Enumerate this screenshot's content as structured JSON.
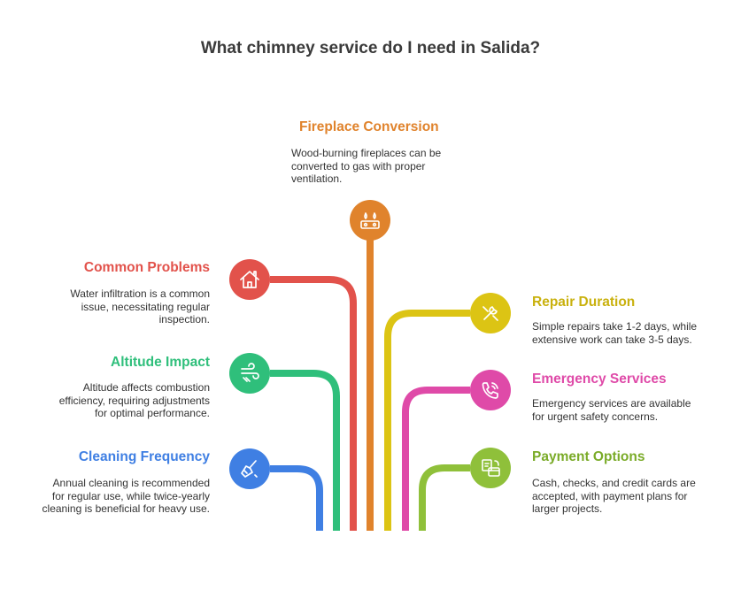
{
  "title": "What chimney service do I need in Salida?",
  "colors": {
    "fireplace": "#e0832c",
    "problems": "#e2524b",
    "altitude": "#2fbf7b",
    "cleaning": "#3f7fe3",
    "repair": "#dcc414",
    "emergency": "#df4aa8",
    "payment": "#8fc03a"
  },
  "items": {
    "fireplace": {
      "heading": "Fireplace Conversion",
      "desc": [
        "Wood-burning fireplaces can be",
        "converted to gas with proper",
        "ventilation."
      ],
      "icon": "gas-stove-icon"
    },
    "problems": {
      "heading": "Common Problems",
      "desc": [
        "Water infiltration is a common",
        "issue, necessitating regular",
        "inspection."
      ],
      "icon": "house-icon"
    },
    "altitude": {
      "heading": "Altitude Impact",
      "desc": [
        "Altitude affects combustion",
        "efficiency, requiring adjustments",
        "for optimal performance."
      ],
      "icon": "wind-icon"
    },
    "cleaning": {
      "heading": "Cleaning Frequency",
      "desc": [
        "Annual cleaning is recommended",
        "for regular use, while twice-yearly",
        "cleaning is beneficial for heavy use."
      ],
      "icon": "broom-icon"
    },
    "repair": {
      "heading": "Repair Duration",
      "desc": [
        "Simple repairs take 1-2 days, while",
        "extensive work can take 3-5 days."
      ],
      "icon": "wrench-icon"
    },
    "emergency": {
      "heading": "Emergency Services",
      "desc": [
        "Emergency services are available",
        "for urgent safety concerns."
      ],
      "icon": "phone-icon"
    },
    "payment": {
      "heading": "Payment Options",
      "desc": [
        "Cash, checks, and credit cards are",
        "accepted, with payment plans for",
        "larger projects."
      ],
      "icon": "payment-icon"
    }
  }
}
